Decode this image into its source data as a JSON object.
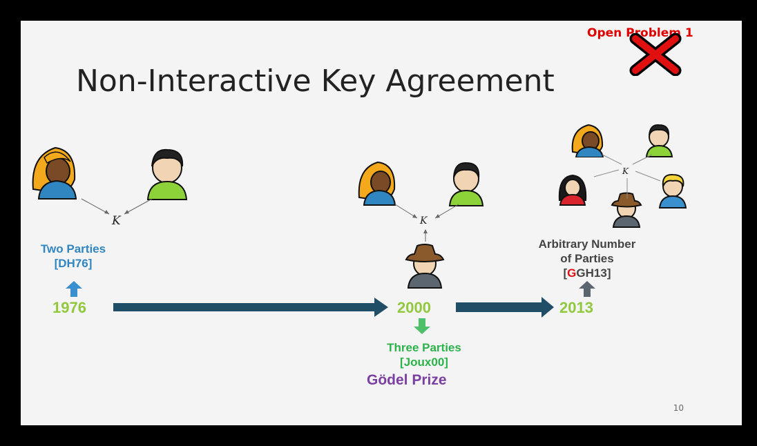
{
  "slide": {
    "title": "Non-Interactive Key Agreement",
    "open_problem_label": "Open Problem 1",
    "key_symbol": "K",
    "page_number": "10"
  },
  "timeline": {
    "year_1976": "1976",
    "year_2000": "2000",
    "year_2013": "2013"
  },
  "labels": {
    "two_parties_line1": "Two Parties",
    "two_parties_line2": "[DH76]",
    "three_parties_line1": "Three Parties",
    "three_parties_line2": "[Joux00]",
    "godel_prize": "Gödel Prize",
    "arbitrary_line1": "Arbitrary Number",
    "arbitrary_line2": "of  Parties",
    "arbitrary_ref_g": "G",
    "arbitrary_ref_rest": "GH13]",
    "arbitrary_ref_open": "["
  },
  "colors": {
    "arrow": "#1f4e66",
    "year": "#92c83e",
    "blue_label": "#2f86c0",
    "green_label": "#2bb34a",
    "purple": "#7a3fa0",
    "red": "#e00000"
  }
}
